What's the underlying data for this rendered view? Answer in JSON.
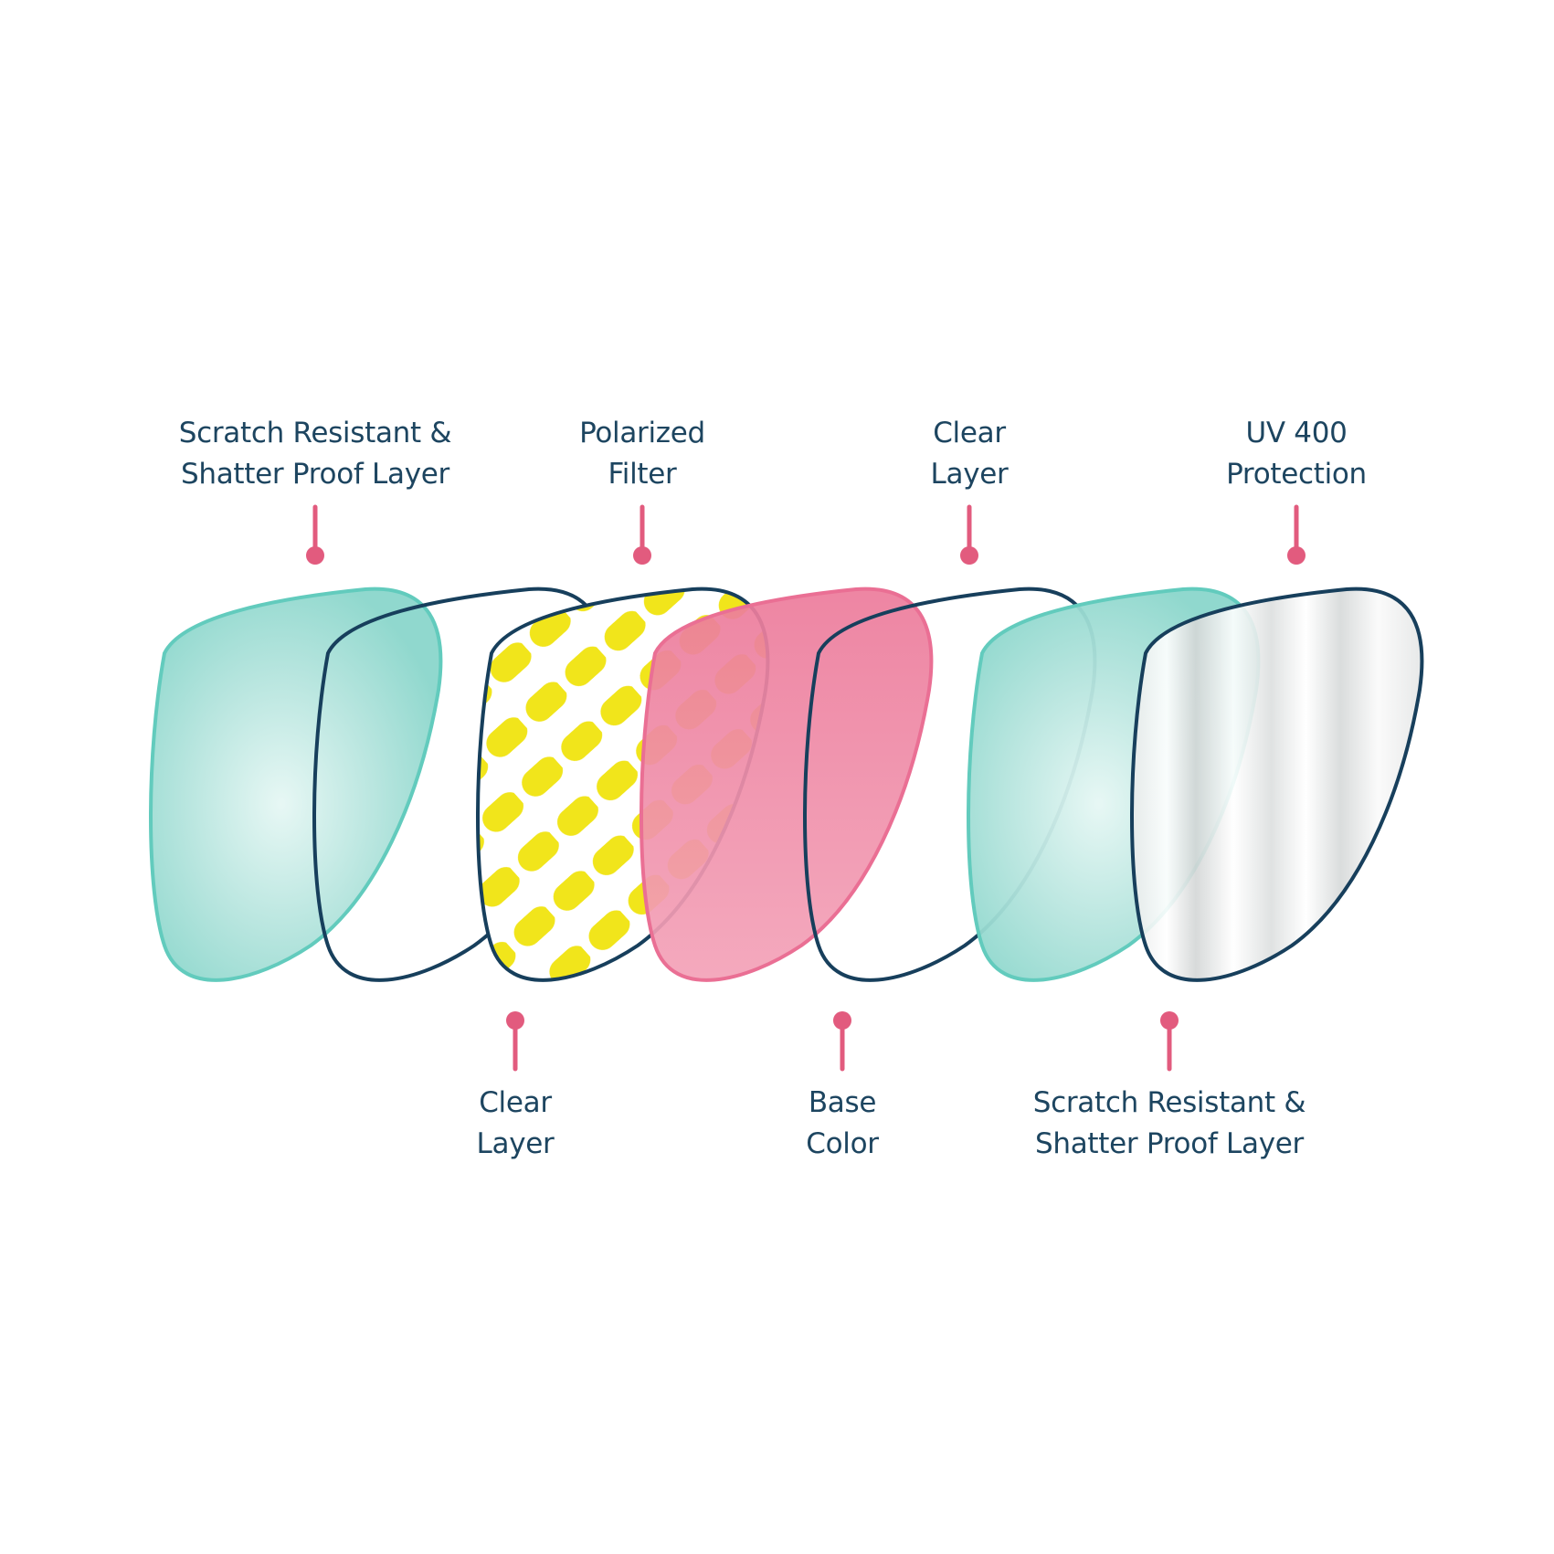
{
  "title": "Lens layer diagram",
  "colors": {
    "text": "#1d4560",
    "pointer": "#e25b7e",
    "outline": "#173f5c",
    "teal": "#62cbbd",
    "yellow": "#f1e51b",
    "pink": "#ea6f94",
    "silver": "#d9dcdc"
  },
  "layers": [
    {
      "id": "scratch-resistant-front",
      "line1": "Scratch Resistant &",
      "line2": "Shatter Proof Layer",
      "position": "top",
      "style": "teal"
    },
    {
      "id": "clear-layer-1",
      "line1": "Clear",
      "line2": "Layer",
      "position": "bottom",
      "style": "outline"
    },
    {
      "id": "polarized-filter",
      "line1": "Polarized",
      "line2": "Filter",
      "position": "top",
      "style": "yellow-pattern"
    },
    {
      "id": "base-color",
      "line1": "Base",
      "line2": "Color",
      "position": "bottom",
      "style": "pink"
    },
    {
      "id": "clear-layer-2",
      "line1": "Clear",
      "line2": "Layer",
      "position": "top",
      "style": "outline"
    },
    {
      "id": "scratch-resistant-back",
      "line1": "Scratch Resistant &",
      "line2": "Shatter Proof Layer",
      "position": "bottom",
      "style": "teal"
    },
    {
      "id": "uv-400-protection",
      "line1": "UV 400",
      "line2": "Protection",
      "position": "top",
      "style": "silver"
    }
  ]
}
